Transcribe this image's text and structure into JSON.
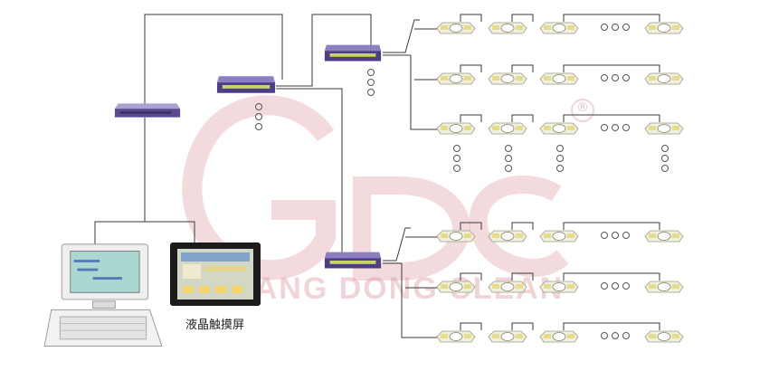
{
  "diagram": {
    "caption": "液晶触摸屏",
    "watermark": {
      "text": "GUANG DONG CLEAN",
      "logo": "GDC",
      "mark": "®",
      "color": "#d6848c"
    },
    "switch_color": "#5b4a8f",
    "node_icon": "fan-filter-unit-icon",
    "continuation_icon": "ellipsis-circles-icon",
    "colors": {
      "wire": "#3a3a3a",
      "node_fill": "#f1f0df",
      "node_accent": "#e7dc8a",
      "screen": "#a9d8d3"
    },
    "devices": [
      {
        "id": "core-switch",
        "type": "switch"
      },
      {
        "id": "switch-upper",
        "type": "switch"
      },
      {
        "id": "switch-top",
        "type": "switch"
      },
      {
        "id": "switch-bottom",
        "type": "switch"
      },
      {
        "id": "computer",
        "type": "pc"
      },
      {
        "id": "touch-screen",
        "type": "touch-panel"
      }
    ],
    "groups": [
      {
        "id": "top",
        "rows": 3,
        "nodes_per_row": 4
      },
      {
        "id": "bottom",
        "rows": 3,
        "nodes_per_row": 4
      }
    ]
  }
}
